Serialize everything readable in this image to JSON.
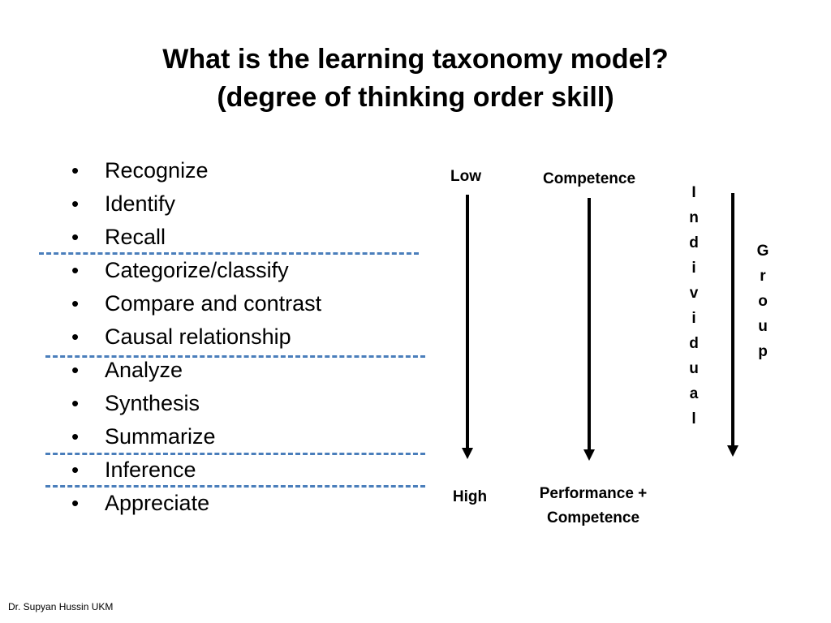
{
  "title": {
    "line1": "What is the learning taxonomy model?",
    "line2": "(degree of thinking order skill)"
  },
  "bullets": [
    "Recognize",
    "Identify",
    "Recall",
    "Categorize/classify",
    "Compare and contrast",
    "Causal relationship",
    "Analyze",
    "Synthesis",
    "Summarize",
    "Inference",
    "Appreciate"
  ],
  "labels": {
    "low": "Low",
    "high": "High",
    "competence": "Competence",
    "performance_line1": "Performance +",
    "performance_line2": "Competence"
  },
  "individual_letters": [
    "I",
    "n",
    "d",
    "i",
    "v",
    "i",
    "d",
    "u",
    "a",
    "l"
  ],
  "group_letters": [
    "G",
    "r",
    "o",
    "u",
    "p"
  ],
  "colors": {
    "divider": "#4a7ebb",
    "text": "#000000"
  },
  "footer": "Dr. Supyan Hussin UKM"
}
